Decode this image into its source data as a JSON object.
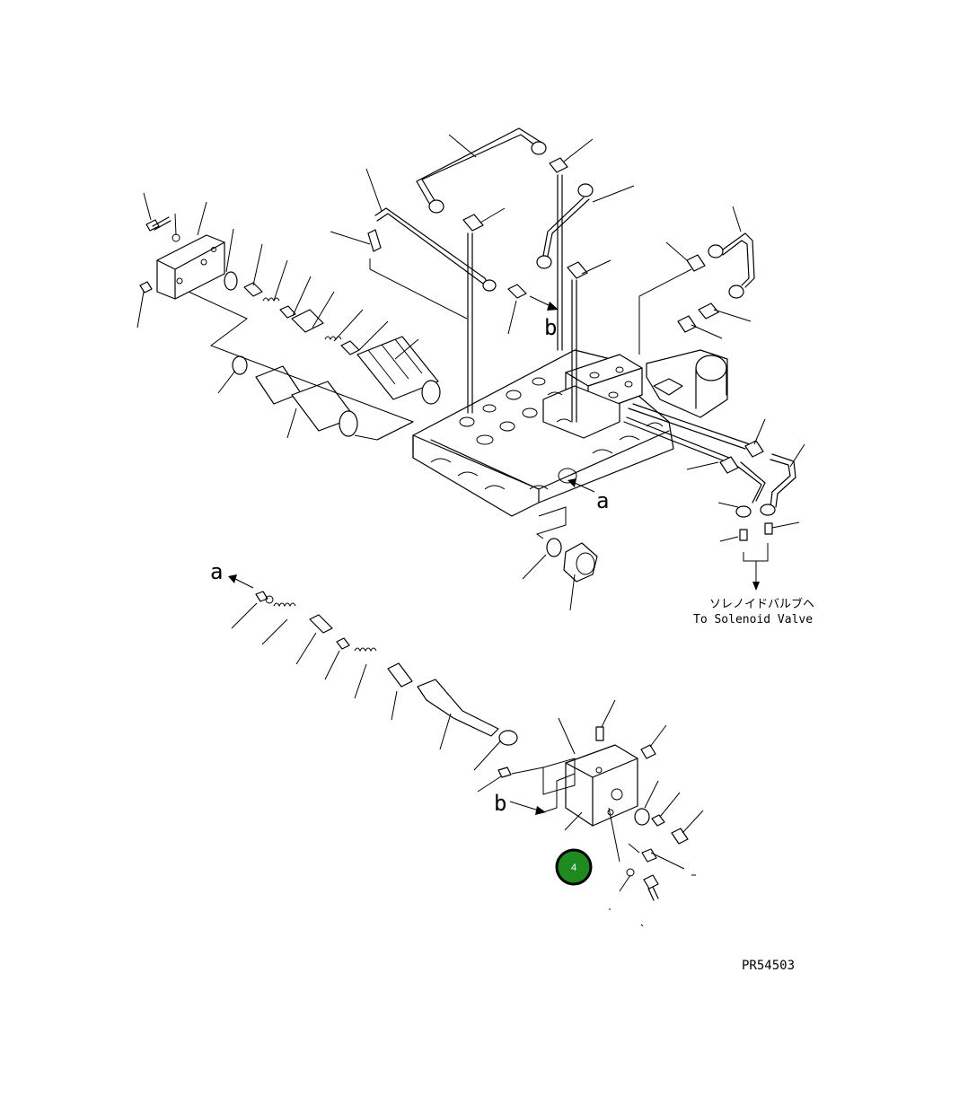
{
  "diagram": {
    "drawing_code": "PR54503",
    "arrow_label_a": "a",
    "arrow_label_b": "b",
    "note_jp": "ソレノイドバルブヘ",
    "note_en": "To Solenoid Valve",
    "callout_number": "4",
    "colors": {
      "line": "#000000",
      "callout_fill": "#1f8a1f",
      "callout_ring": "#000000",
      "callout_text": "#ffffff"
    }
  }
}
